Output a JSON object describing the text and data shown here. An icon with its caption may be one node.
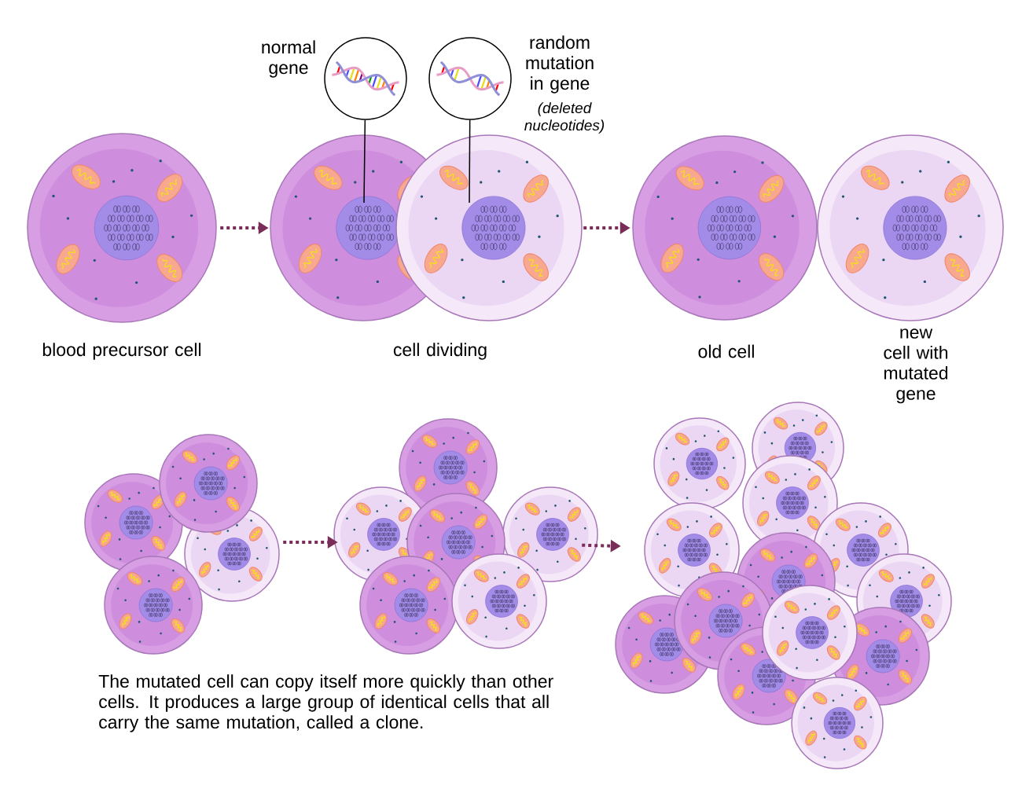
{
  "diagram": {
    "nodes": [
      {
        "text": [
          "blood precursor cell"
        ]
      },
      {
        "text": [
          "cell dividing"
        ]
      },
      {
        "text": [
          "old cell"
        ]
      },
      {
        "text": [
          "new cell with mutated gene"
        ]
      },
      {
        "text": [
          "normal gene"
        ]
      },
      {
        "text": [
          "random mutation in gene",
          "(deleted nucleotides)"
        ]
      },
      {
        "text": [],
        "shape": "picture"
      },
      {
        "text": [],
        "shape": "picture"
      },
      {
        "text": [],
        "shape": "picture"
      }
    ],
    "edges": [
      {
        "from": 0,
        "to": 1,
        "arrow": "to",
        "style": "dashed",
        "color": "#7b2d5a"
      },
      {
        "from": 1,
        "to": 2,
        "arrow": "to",
        "style": "dashed",
        "color": "#7b2d5a"
      },
      {
        "from": 4,
        "to": 1,
        "arrow": "none",
        "color": "#000000"
      },
      {
        "from": 5,
        "to": 1,
        "arrow": "none",
        "color": "#000000"
      },
      {
        "from": 6,
        "to": 7,
        "arrow": "to",
        "style": "dashed",
        "color": "#7b2d5a"
      },
      {
        "from": 7,
        "to": 8,
        "arrow": "to",
        "style": "dashed",
        "color": "#7b2d5a"
      }
    ],
    "labels": [
      "The mutated cell can copy itself more quickly than other cells. It produces a large group of identical cells that all carry the same mutation, called a clone."
    ]
  }
}
